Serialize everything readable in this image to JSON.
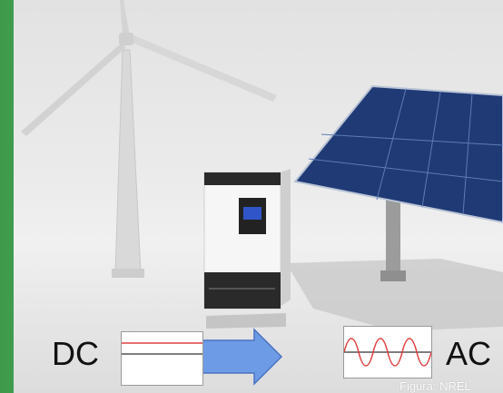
{
  "diagram": {
    "source_label": "DC",
    "output_label": "AC",
    "credit": "Figura: NREL"
  },
  "icons": {
    "dc_signal": "dc-waveform-icon",
    "ac_signal": "ac-sine-waveform-icon",
    "conversion": "right-arrow-icon"
  },
  "colors": {
    "border_green": "#4caf5a",
    "arrow_blue": "#6e9be6",
    "signal_red": "#e04040",
    "panel_blue": "#1f3a75",
    "inverter_screen": "#2f55c8"
  }
}
